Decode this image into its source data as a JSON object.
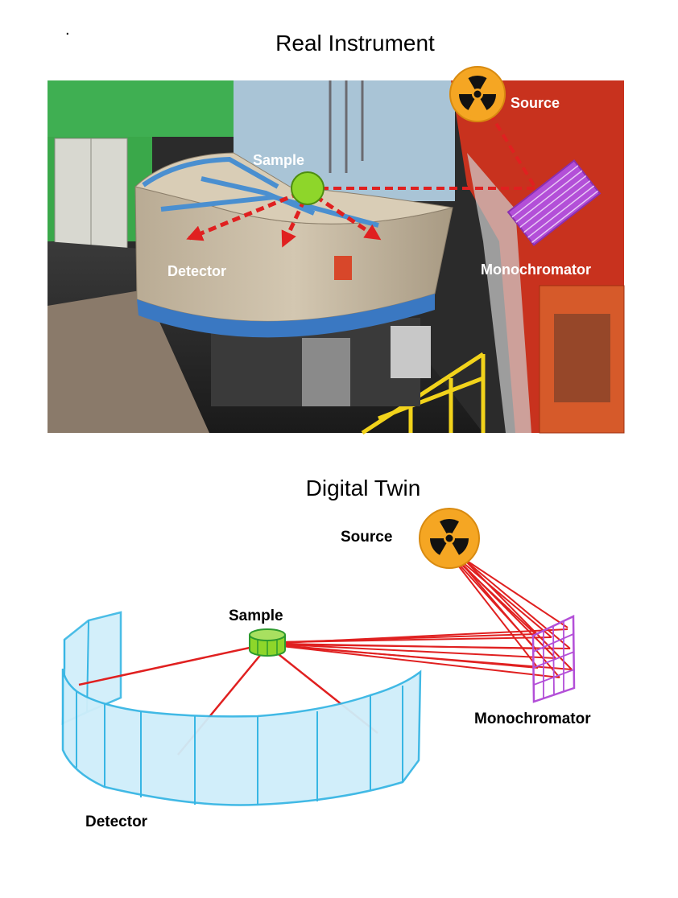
{
  "corner_mark": ".",
  "real_instrument": {
    "title": "Real Instrument",
    "labels": {
      "source": "Source",
      "sample": "Sample",
      "detector": "Detector",
      "monochromator": "Monochromator"
    }
  },
  "digital_twin": {
    "title": "Digital Twin",
    "labels": {
      "source": "Source",
      "sample": "Sample",
      "detector": "Detector",
      "monochromator": "Monochromator"
    }
  },
  "colors": {
    "beam": "#e02020",
    "source_disc": "#f5a623",
    "sample_sphere": "#8ed62a",
    "monochromator": "#b34fd8",
    "detector_fill": "#cfeefa",
    "detector_stroke": "#37b6e4",
    "sample_cylinder": "#3dbb3d"
  },
  "icons": {
    "source": "radiation-trefoil-icon"
  }
}
